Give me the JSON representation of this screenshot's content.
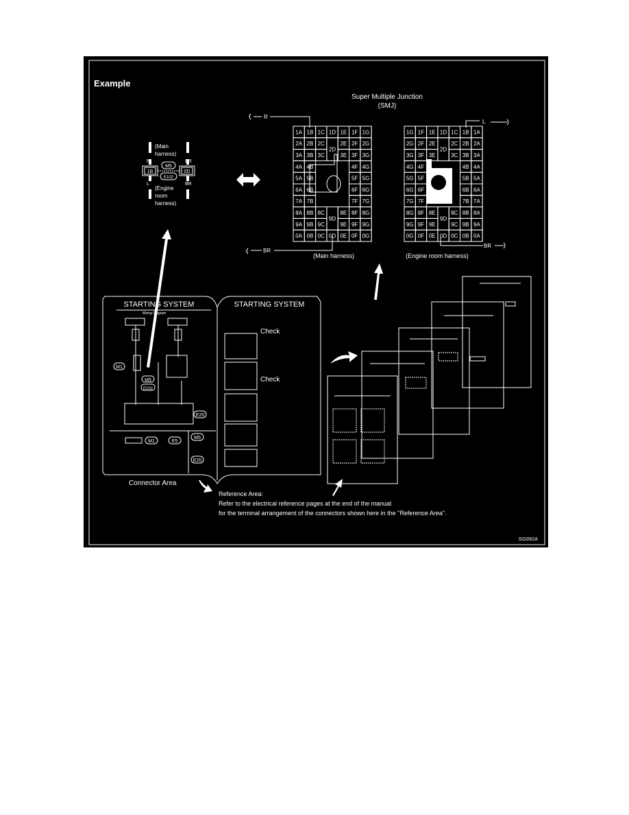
{
  "figure": {
    "heading": "Example",
    "figure_code": "SGI062A",
    "smj": {
      "title_line1": "Super Multiple Junction",
      "title_line2": "(SMJ)",
      "main_wire_top": "R",
      "main_wire_bottom": "BR",
      "engine_wire_top": "L",
      "engine_wire_bottom": "BR",
      "main_caption": "(Main harness)",
      "engine_caption": "(Engine room harness)",
      "main_grid": [
        [
          "1A",
          "1B",
          "1C",
          "1D",
          "1E",
          "1F",
          "1G"
        ],
        [
          "2A",
          "2B",
          "2C",
          "2D",
          "2E",
          "2F",
          "2G"
        ],
        [
          "3A",
          "3B",
          "3C",
          "^",
          "3E",
          "3F",
          "3G"
        ],
        [
          "4A",
          "4B",
          "",
          "",
          "",
          "4F",
          "4G"
        ],
        [
          "5A",
          "5B",
          "",
          "",
          "",
          "5F",
          "5G"
        ],
        [
          "6A",
          "6B",
          "",
          "",
          "",
          "6F",
          "6G"
        ],
        [
          "7A",
          "7B",
          "",
          "",
          "",
          "7F",
          "7G"
        ],
        [
          "8A",
          "8B",
          "8C",
          "9D",
          "8E",
          "8F",
          "8G"
        ],
        [
          "9A",
          "9B",
          "9C",
          "^",
          "9E",
          "9F",
          "9G"
        ],
        [
          "0A",
          "0B",
          "0C",
          "0D",
          "0E",
          "0F",
          "0G"
        ]
      ],
      "engine_grid": [
        [
          "1G",
          "1F",
          "1E",
          "1D",
          "1C",
          "1B",
          "1A"
        ],
        [
          "2G",
          "2F",
          "2E",
          "2D",
          "2C",
          "2B",
          "2A"
        ],
        [
          "3G",
          "3F",
          "3E",
          "^",
          "3C",
          "3B",
          "3A"
        ],
        [
          "4G",
          "4F",
          "",
          "",
          "",
          "4B",
          "4A"
        ],
        [
          "5G",
          "5F",
          "",
          "",
          "",
          "5B",
          "5A"
        ],
        [
          "6G",
          "6F",
          "",
          "",
          "",
          "6B",
          "6A"
        ],
        [
          "7G",
          "7F",
          "",
          "",
          "",
          "7B",
          "7A"
        ],
        [
          "8G",
          "8F",
          "8E",
          "9D",
          "8C",
          "8B",
          "8A"
        ],
        [
          "9G",
          "9F",
          "9E",
          "^",
          "9C",
          "9B",
          "9A"
        ],
        [
          "0G",
          "0F",
          "0E",
          "0D",
          "0C",
          "0B",
          "0A"
        ]
      ]
    },
    "junction_detail": {
      "main_line1": "(Main",
      "main_line2": "harness)",
      "wire_left_top": "R",
      "wire_right_top": "BR",
      "terminal_left": "1B",
      "terminal_right": "0D",
      "connector_top": "M5",
      "connector_bottom": "E102",
      "wire_left_bottom": "L",
      "wire_right_bottom": "BR",
      "engine_line1": "(Engine",
      "engine_line2": "room",
      "engine_line3": "harness)"
    },
    "book": {
      "left_header": "STARTING SYSTEM",
      "right_header": "STARTING SYSTEM",
      "subheader": "Wiring Diagram",
      "check_1": "Check",
      "check_2": "Check",
      "conn_m1": "M1",
      "conn_m5": "M5",
      "conn_e102": "E102",
      "conn_e20": "E20",
      "area_m1": "M1",
      "area_e5": "E5",
      "area_m5": "M5",
      "area_e20": "E20"
    },
    "connector_area_label": "Connector Area",
    "reference": {
      "line1": "Reference Area:",
      "line2": "Refer to the electrical reference pages at the end of the manual",
      "line3": "for the terminal arrangement of the connectors shown here in the \"Reference Area\"."
    },
    "colors": {
      "background": "#000000",
      "foreground": "#ffffff",
      "page": "#ffffff"
    }
  }
}
